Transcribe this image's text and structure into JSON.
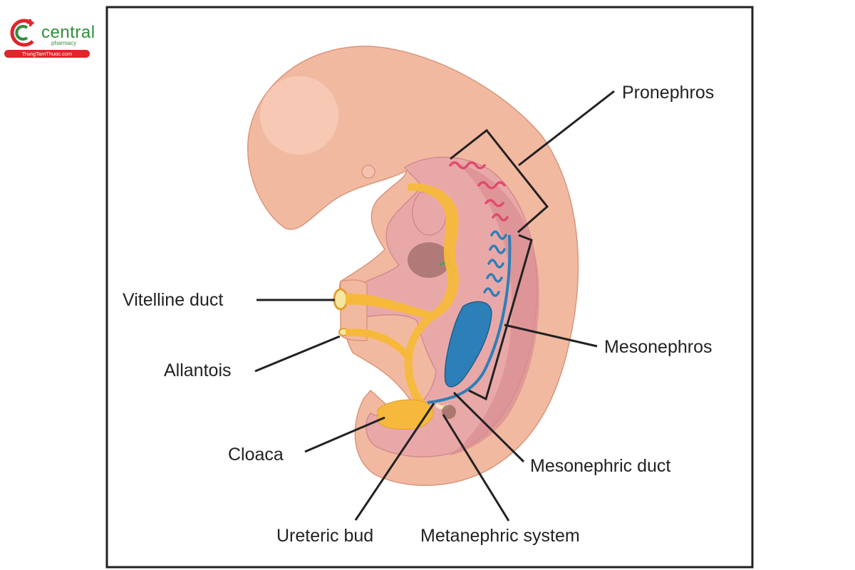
{
  "logo": {
    "name": "central",
    "sub": "pharmacy",
    "url_bar": "TrungTamThuoc.com"
  },
  "labels": {
    "pronephros": "Pronephros",
    "mesonephros": "Mesonephros",
    "mesonephric_duct": "Mesonephric duct",
    "metanephric_system": "Metanephric system",
    "ureteric_bud": "Ureteric bud",
    "cloaca": "Cloaca",
    "allantois": "Allantois",
    "vitelline_duct": "Vitelline duct"
  },
  "colors": {
    "embryo_skin": "#f2b9a1",
    "embryo_inner": "#e7a2a2",
    "embryo_cavity": "#d98d91",
    "gut_yellow": "#f6b93b",
    "pronephros_red": "#e14a6e",
    "mesonephros_blue": "#2d7fb8",
    "frame": "#222222",
    "logo_green": "#2f8f3a",
    "logo_red": "#e0252b"
  }
}
